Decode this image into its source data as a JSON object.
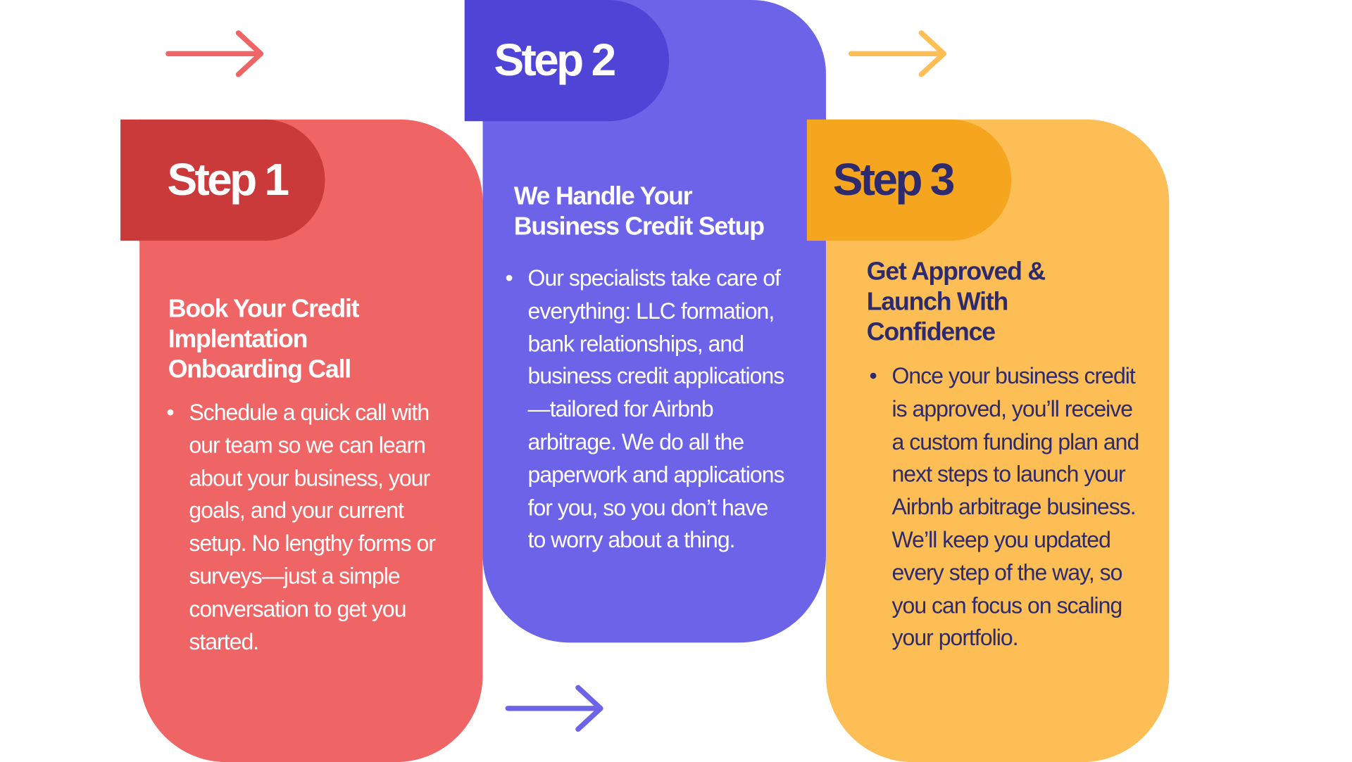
{
  "colors": {
    "red": "#ef6464",
    "red_tab": "#cb3a3a",
    "purple": "#6c63e9",
    "purple_tab": "#4f44d6",
    "yellow": "#fdbe55",
    "yellow_tab": "#f6a61e",
    "navy": "#2d2a6e"
  },
  "steps": [
    {
      "label": "Step 1",
      "heading": "Book Your Credit Implentation Onboarding Call",
      "body": "Schedule a quick call with our team so we can learn about your business, your goals, and your current setup. No lengthy forms or surveys—just a simple conversation to get you started."
    },
    {
      "label": "Step 2",
      "heading": "We Handle Your Business Credit Setup",
      "body": "Our specialists take care of everything: LLC formation, bank relationships, and business credit applications—tailored for Airbnb arbitrage. We do all the paperwork and applications for you, so you don’t have to worry about a thing."
    },
    {
      "label": "Step 3",
      "heading": "Get Approved & Launch With Confidence",
      "body": "Once your business credit is approved, you’ll receive a custom funding plan and next steps to launch your Airbnb arbitrage business. We’ll keep you updated every step of the way, so you can focus on scaling your portfolio."
    }
  ],
  "bullet": "•",
  "icons": [
    "arrow-right-icon",
    "arrow-right-icon",
    "arrow-right-icon"
  ]
}
